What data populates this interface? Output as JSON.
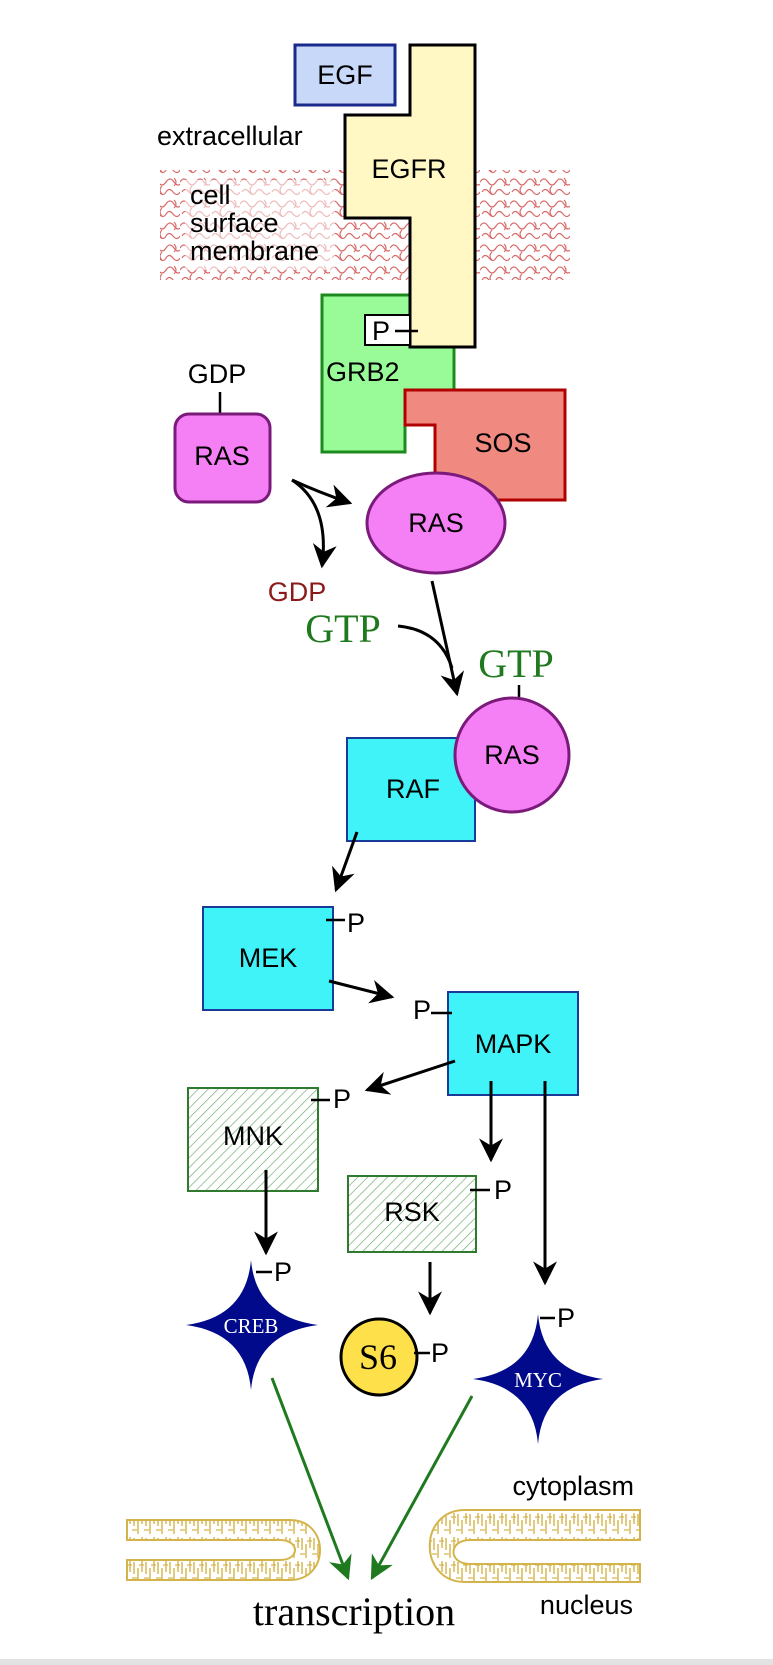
{
  "labels": {
    "egf": "EGF",
    "egfr": "EGFR",
    "extracellular": "extracellular",
    "membrane_line1": "cell",
    "membrane_line2": "surface",
    "membrane_line3": "membrane",
    "p_egfr": "P",
    "grb2": "GRB2",
    "sos": "SOS",
    "gdp_top": "GDP",
    "ras_gdp": "RAS",
    "ras_sos": "RAS",
    "gdp_released": "GDP",
    "gtp_in": "GTP",
    "gtp_bound": "GTP",
    "ras_gtp": "RAS",
    "raf": "RAF",
    "mek": "MEK",
    "p_mek": "P",
    "mapk": "MAPK",
    "p_mapk": "P",
    "mnk": "MNK",
    "p_mnk": "P",
    "rsk": "RSK",
    "p_rsk": "P",
    "creb": "CREB",
    "p_creb": "P",
    "s6": "S6",
    "p_s6": "P",
    "myc": "MYC",
    "p_myc": "P",
    "cytoplasm": "cytoplasm",
    "nucleus": "nucleus",
    "transcription": "transcription"
  },
  "colors": {
    "egf_fill": "#c8d8f8",
    "egf_stroke": "#1a2a8a",
    "egfr_fill": "#fff7c4",
    "grb2_fill": "#98fb98",
    "grb2_stroke": "#1d8a1d",
    "sos_fill": "#f08a80",
    "sos_stroke": "#b00000",
    "ras_fill": "#f580f5",
    "ras_stroke": "#7a1a7a",
    "kinase_fill": "#3ff3f8",
    "kinase_stroke": "#1a3a9a",
    "hatch_stroke": "#2f7a2f",
    "creb_myc_fill": "#000a8a",
    "s6_fill": "#fde04a",
    "gtp_color": "#1f7a1f",
    "gdp_released_color": "#8b1a1a",
    "membrane_color": "#d86a6a",
    "nuclear_envelope": "#d4b44a"
  }
}
